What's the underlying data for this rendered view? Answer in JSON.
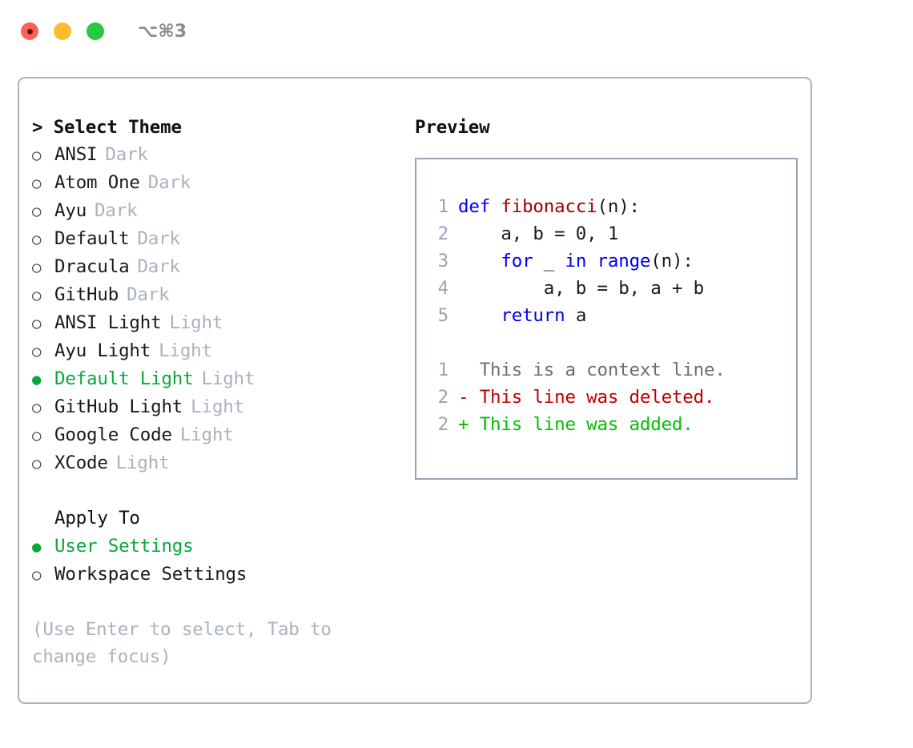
{
  "window": {
    "title": "⌥⌘3",
    "traffic_lights": [
      "close-red",
      "minimize-yellow",
      "maximize-green"
    ]
  },
  "left": {
    "heading": "> Select Theme",
    "themes": [
      {
        "bullet": "○",
        "name": "ANSI",
        "tag": "Dark",
        "selected": false
      },
      {
        "bullet": "○",
        "name": "Atom One",
        "tag": "Dark",
        "selected": false
      },
      {
        "bullet": "○",
        "name": "Ayu",
        "tag": "Dark",
        "selected": false
      },
      {
        "bullet": "○",
        "name": "Default",
        "tag": "Dark",
        "selected": false
      },
      {
        "bullet": "○",
        "name": "Dracula",
        "tag": "Dark",
        "selected": false
      },
      {
        "bullet": "○",
        "name": "GitHub",
        "tag": "Dark",
        "selected": false
      },
      {
        "bullet": "○",
        "name": "ANSI Light",
        "tag": "Light",
        "selected": false
      },
      {
        "bullet": "○",
        "name": "Ayu Light",
        "tag": "Light",
        "selected": false
      },
      {
        "bullet": "●",
        "name": "Default Light",
        "tag": "Light",
        "selected": true
      },
      {
        "bullet": "○",
        "name": "GitHub Light",
        "tag": "Light",
        "selected": false
      },
      {
        "bullet": "○",
        "name": "Google Code",
        "tag": "Light",
        "selected": false
      },
      {
        "bullet": "○",
        "name": "XCode",
        "tag": "Light",
        "selected": false
      }
    ],
    "apply_to": {
      "title": "Apply To",
      "options": [
        {
          "bullet": "●",
          "label": "User Settings",
          "selected": true
        },
        {
          "bullet": "○",
          "label": "Workspace Settings",
          "selected": false
        }
      ]
    },
    "hint": "(Use Enter to select, Tab to change focus)"
  },
  "right": {
    "heading": "Preview",
    "code_lines": [
      {
        "no": "1",
        "tokens": [
          {
            "t": "def ",
            "c": "kw"
          },
          {
            "t": "fibonacci",
            "c": "fn"
          },
          {
            "t": "(n):",
            "c": "plain"
          }
        ]
      },
      {
        "no": "2",
        "tokens": [
          {
            "t": "    a, b = 0, 1",
            "c": "plain"
          }
        ]
      },
      {
        "no": "3",
        "tokens": [
          {
            "t": "    ",
            "c": "plain"
          },
          {
            "t": "for",
            "c": "kw"
          },
          {
            "t": " _ ",
            "c": "plain"
          },
          {
            "t": "in",
            "c": "kw"
          },
          {
            "t": " ",
            "c": "plain"
          },
          {
            "t": "range",
            "c": "kw"
          },
          {
            "t": "(n):",
            "c": "plain"
          }
        ]
      },
      {
        "no": "4",
        "tokens": [
          {
            "t": "        a, b = b, a + b",
            "c": "plain"
          }
        ]
      },
      {
        "no": "5",
        "tokens": [
          {
            "t": "    ",
            "c": "plain"
          },
          {
            "t": "return",
            "c": "kw"
          },
          {
            "t": " a",
            "c": "plain"
          }
        ]
      }
    ],
    "diff_lines": [
      {
        "no": "1",
        "marker": " ",
        "text": " This is a context line.",
        "kind": "ctx"
      },
      {
        "no": "2",
        "marker": "-",
        "text": " This line was deleted.",
        "kind": "del"
      },
      {
        "no": "2",
        "marker": "+",
        "text": " This line was added.",
        "kind": "add"
      }
    ]
  },
  "colors": {
    "accent_green": "#0aa83c",
    "keyword_blue": "#0000ee",
    "function_red": "#a00000",
    "diff_delete": "#c00000",
    "diff_add": "#00c000",
    "muted_gray": "#aab2bd",
    "border": "#a9b3c1"
  }
}
